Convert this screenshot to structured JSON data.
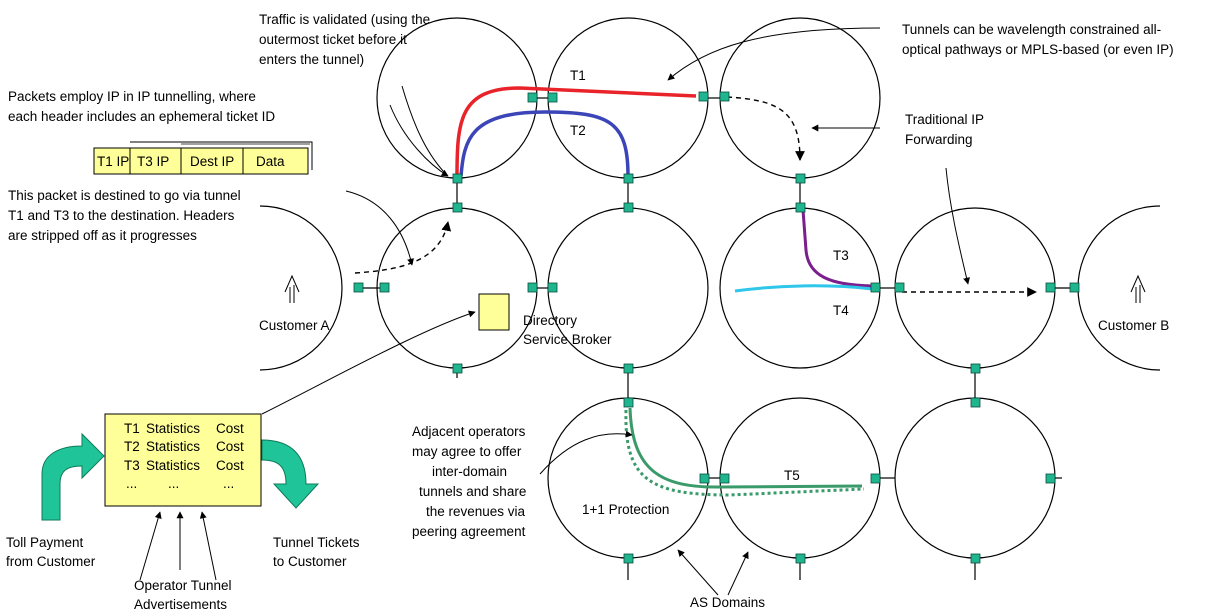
{
  "annotations": {
    "traffic_validated": [
      "Traffic is validated (using the",
      "outermost ticket before it",
      "enters the tunnel)"
    ],
    "tunnels_can_be": [
      "Tunnels can be wavelength constrained all-",
      "optical pathways or MPLS-based (or even IP)"
    ],
    "packets_employ": [
      "Packets employ IP in IP tunnelling, where",
      "each header includes an ephemeral  ticket ID"
    ],
    "packet_destined": [
      "This packet is destined to go via tunnel",
      "T1 and T3 to the destination. Headers",
      "are stripped off as it progresses"
    ],
    "traditional_ip": [
      "Traditional IP",
      "Forwarding"
    ],
    "adjacent_operators": [
      "Adjacent operators",
      "may agree to offer",
      "inter-domain",
      "tunnels and share",
      "the revenues via",
      "peering agreement"
    ],
    "directory_service": [
      "Directory",
      "Service Broker"
    ],
    "protection": "1+1 Protection",
    "as_domains": "AS Domains",
    "toll_payment": [
      "Toll Payment",
      "from Customer"
    ],
    "tunnel_tickets": [
      "Tunnel Tickets",
      "to Customer"
    ],
    "operator_ads": [
      "Operator Tunnel",
      "Advertisements"
    ]
  },
  "packet_header": [
    "T1 IP",
    "T3 IP",
    "Dest IP",
    "Data"
  ],
  "customers": {
    "a": "Customer A",
    "b": "Customer B"
  },
  "tunnels": {
    "t1": "T1",
    "t2": "T2",
    "t3": "T3",
    "t4": "T4",
    "t5": "T5"
  },
  "ledger_rows": [
    [
      "T1",
      "Statistics",
      "Cost"
    ],
    [
      "T2",
      "Statistics",
      "Cost"
    ],
    [
      "T3",
      "Statistics",
      "Cost"
    ],
    [
      "...",
      "...",
      "..."
    ]
  ],
  "colors": {
    "t1": "#e8232a",
    "t2": "#3b45b8",
    "t3": "#7a1f8c",
    "t4": "#2ec6ea",
    "t5": "#3a9a6a",
    "node": "#1fb58f",
    "box_fill": "#ffff99",
    "arrow_fill": "#1fc598"
  }
}
